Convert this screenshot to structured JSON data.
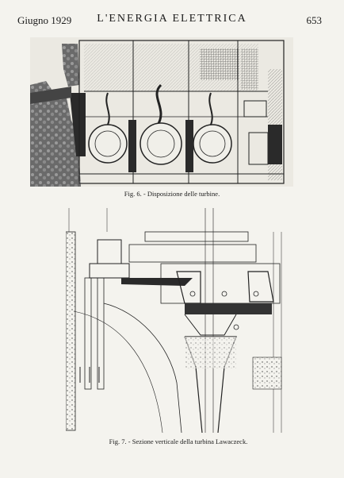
{
  "header": {
    "left": "Giugno 1929",
    "center": "L'ENERGIA ELETTRICA",
    "right": "653"
  },
  "figure6": {
    "caption": "Fig. 6. - Disposizione delle turbine."
  },
  "figure7": {
    "caption": "Fig. 7. - Sezione verticale della turbina Lawaczeck."
  }
}
